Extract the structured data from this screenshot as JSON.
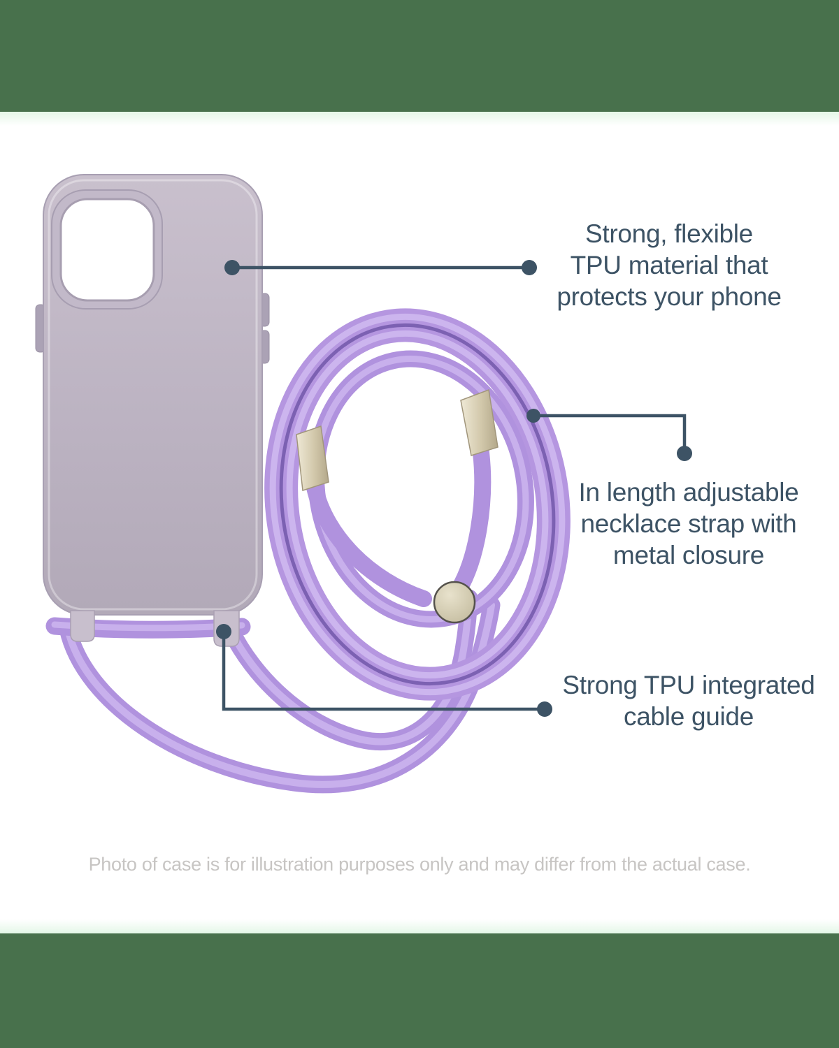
{
  "annotations": {
    "tpu": {
      "line1": "Strong, flexible",
      "line2": "TPU material that",
      "line3": "protects your phone"
    },
    "strap": {
      "line1": "In length adjustable",
      "line2": "necklace strap with",
      "line3": "metal closure"
    },
    "guide": {
      "line1": "Strong TPU integrated",
      "line2": "cable guide"
    }
  },
  "disclaimer": "Photo of case is for illustration purposes only and may differ from the actual case.",
  "colors": {
    "banner_green": "#48714c",
    "banner_fade_mint": "#e4f7e7",
    "page_white": "#ffffff",
    "label_slate": "#3d5365",
    "callout_slate": "#3d5365",
    "disclaimer_gray": "#c7c5c3",
    "case_lavender": "#bdb4c3",
    "case_edge": "#a89fb2",
    "camera_window_white": "#ffffff",
    "cord_purple": "#b596e0",
    "cord_highlight": "#ccb5ee",
    "cord_crease": "#7c61b2",
    "metal_champagne": "#d2c8ab",
    "bead_outline": "#55524c"
  }
}
